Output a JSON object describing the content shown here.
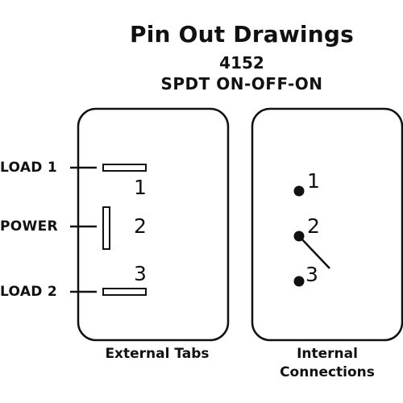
{
  "header": {
    "title": "Pin Out Drawings",
    "part_number": "4152",
    "switch_type": "SPDT  ON-OFF-ON"
  },
  "external_tabs": {
    "caption": "External Tabs",
    "labels": {
      "load1": "LOAD 1",
      "power": "POWER",
      "load2": "LOAD 2"
    },
    "pin_numbers": [
      "1",
      "2",
      "3"
    ]
  },
  "internal_connections": {
    "caption_line1": "Internal",
    "caption_line2": "Connections",
    "pin_numbers": [
      "1",
      "2",
      "3"
    ]
  },
  "colors": {
    "ink": "#111111",
    "background": "#ffffff"
  }
}
